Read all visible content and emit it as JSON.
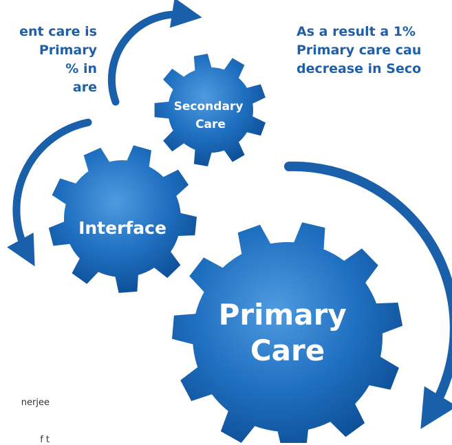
{
  "left_caption": "ent care is\nPrimary\n% in\nare",
  "right_caption": "As a result a 1%\nPrimary care cau\ndecrease in Seco",
  "credit_line_1": "nerjee",
  "credit_line_2": "f t",
  "gears": [
    {
      "key": "secondary",
      "label_lines": [
        "Secondary",
        "Care"
      ]
    },
    {
      "key": "interface",
      "label_lines": [
        "Interface"
      ]
    },
    {
      "key": "primary",
      "label_lines": [
        "Primary",
        "Care"
      ]
    }
  ],
  "colors": {
    "gear_light": "#4f9be0",
    "gear_mid": "#1f6fc0",
    "gear_dark": "#0d4d94",
    "arrow": "#1a5faa",
    "caption": "#1f5fa8"
  },
  "icons": [
    "gear-icon",
    "curved-arrow-icon"
  ]
}
